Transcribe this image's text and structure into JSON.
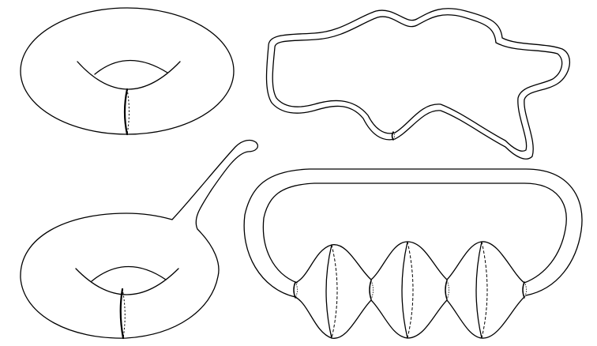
{
  "figure": {
    "panels": [
      {
        "id": "torus"
      },
      {
        "id": "thin-tube-loop"
      },
      {
        "id": "torus-with-handle"
      },
      {
        "id": "beaded-ring"
      }
    ]
  },
  "colors": {
    "ink": "#000000",
    "background": "#ffffff"
  }
}
